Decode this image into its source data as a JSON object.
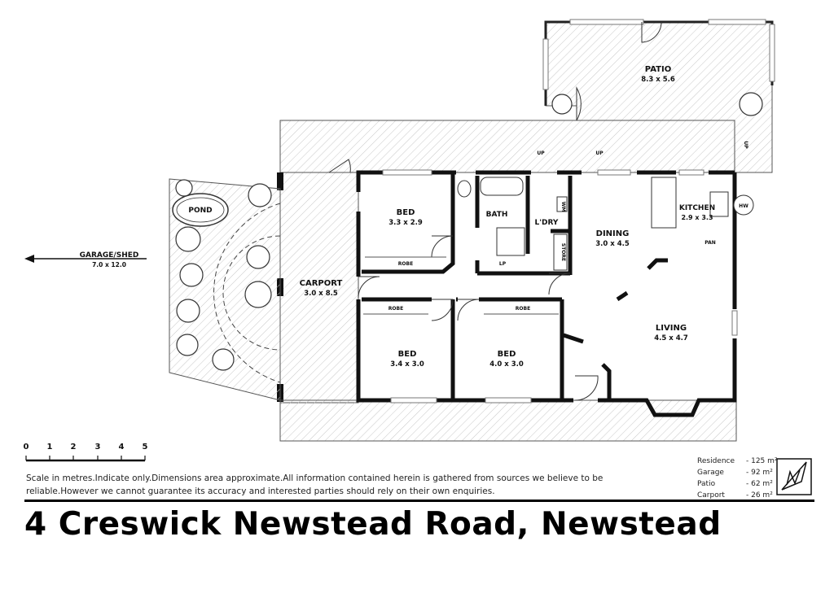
{
  "rooms": {
    "patio": {
      "name": "PATIO",
      "dims": "8.3 x 5.6"
    },
    "carport": {
      "name": "CARPORT",
      "dims": "3.0 x 8.5"
    },
    "bed1": {
      "name": "BED",
      "dims": "3.3 x 2.9"
    },
    "bed2": {
      "name": "BED",
      "dims": "3.4 x 3.0"
    },
    "bed3": {
      "name": "BED",
      "dims": "4.0 x 3.0"
    },
    "bath": {
      "name": "BATH"
    },
    "laundry": {
      "name": "L'DRY"
    },
    "dining": {
      "name": "DINING",
      "dims": "3.0 x 4.5"
    },
    "kitchen": {
      "name": "KITCHEN",
      "dims": "2.9 x 3.3"
    },
    "living": {
      "name": "LIVING",
      "dims": "4.5 x 4.7"
    },
    "pond": {
      "name": "POND"
    },
    "garage": {
      "name": "GARAGE/SHED",
      "dims": "7.0 x 12.0"
    }
  },
  "fixtures": {
    "robe": "ROBE",
    "store": "STORE",
    "wm": "WM",
    "lp": "LP",
    "pan": "PAN",
    "hw": "HW",
    "up": "UP"
  },
  "scale": {
    "ticks": [
      "0",
      "1",
      "2",
      "3",
      "4",
      "5"
    ]
  },
  "areas": [
    {
      "label": "Residence",
      "value": "- 125 m²"
    },
    {
      "label": "Garage",
      "value": "-  92 m²"
    },
    {
      "label": "Patio",
      "value": "-  62 m²"
    },
    {
      "label": "Carport",
      "value": "-  26 m²"
    }
  ],
  "disclaimer": "Scale in metres.Indicate only.Dimensions area approximate.All information contained herein is gathered from sources we believe to be reliable.However we cannot guarantee its accuracy and interested parties should rely on their own enquiries.",
  "address": "4 Creswick Newstead Road, Newstead",
  "north_icon": "north-arrow-icon"
}
